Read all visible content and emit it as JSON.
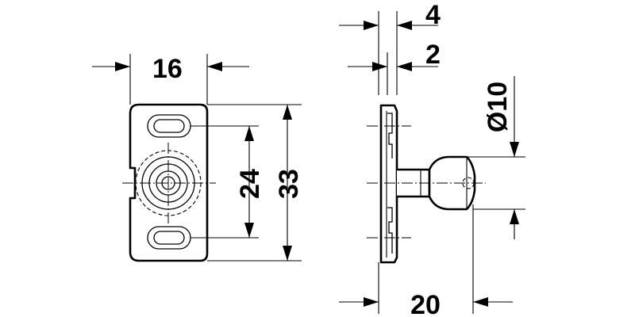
{
  "drawing": {
    "dimensions": {
      "front_width": "16",
      "hole_spacing": "24",
      "front_height": "33",
      "plate_thickness": "4",
      "flange_thickness": "2",
      "ball_diameter": "Ø10",
      "side_length": "20"
    },
    "color": "#000000"
  }
}
